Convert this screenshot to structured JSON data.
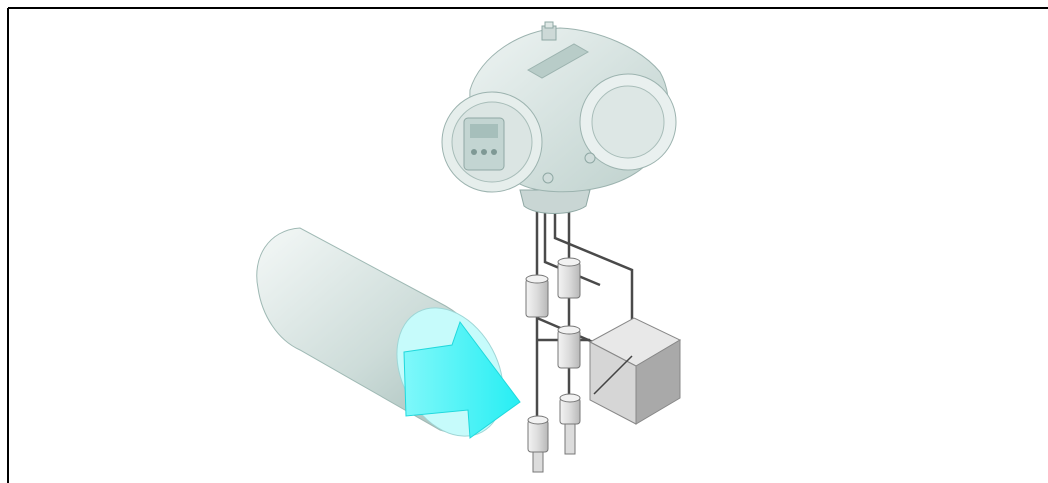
{
  "figure": {
    "background": "#ffffff",
    "frame_color": "#000000",
    "wire_color": "#4a4a4a",
    "housing_color": "#dce8e6",
    "housing_shadow": "#b9cdca",
    "pipe_light": "#f2f7f6",
    "pipe_dark": "#a9c2bd",
    "flow_arrow_color": "#3ff3f7",
    "converter_box_color": "#c8c8c8",
    "components": [
      "transmitter-housing",
      "display-window",
      "cable-gland",
      "pipe",
      "flow-arrow",
      "sensor-left-upper",
      "sensor-right-upper",
      "sensor-right-middle",
      "sensor-left-lower",
      "sensor-right-lower",
      "converter-box"
    ]
  }
}
